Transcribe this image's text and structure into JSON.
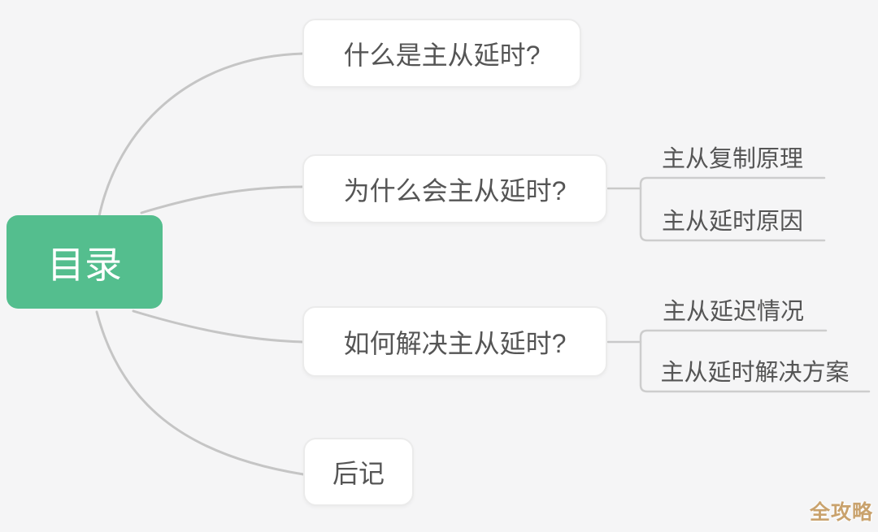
{
  "app": {
    "type": "mindmap",
    "background_color": "#f5f5f6"
  },
  "mindmap": {
    "root": {
      "label": "目录",
      "fill_color": "#54be8e",
      "text_color": "#ffffff"
    },
    "branches": [
      {
        "label": "什么是主从延时?",
        "children": []
      },
      {
        "label": "为什么会主从延时?",
        "children": [
          {
            "label": "主从复制原理"
          },
          {
            "label": "主从延时原因"
          }
        ]
      },
      {
        "label": "如何解决主从延时?",
        "children": [
          {
            "label": "主从延迟情况"
          },
          {
            "label": "主从延时解决方案"
          }
        ]
      },
      {
        "label": "后记",
        "children": []
      }
    ],
    "node_text_color": "#555555",
    "connector_color": "#c5c5c5",
    "sub_connector_color": "#cdcdcd"
  },
  "watermark": {
    "label": "全攻略",
    "color": "#c9a26d"
  }
}
